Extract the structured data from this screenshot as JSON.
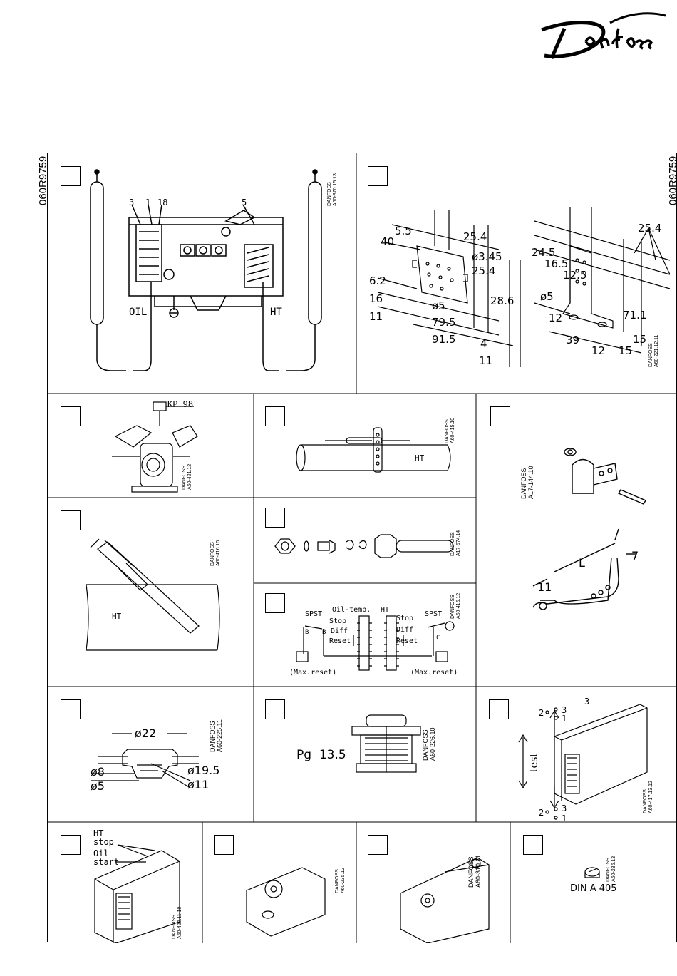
{
  "brand": "Danfoss",
  "doc_code": "060R9759",
  "panels": {
    "p1": {
      "labels": {
        "n3": "3",
        "n1": "1",
        "n18": "18",
        "n5": "5",
        "oil": "OIL",
        "ht": "HT"
      },
      "ref": "DANFOSS\nA60-370.15.13"
    },
    "p2": {
      "dims": {
        "d55": "5.5",
        "d40": "40",
        "d254a": "25.4",
        "d345": "ø3.45",
        "d254b": "25.4",
        "d62": "6.2",
        "d16": "16",
        "d286": "28.6",
        "d5a": "ø5",
        "d11a": "11",
        "d795": "79.5",
        "d915": "91.5",
        "d4": "4",
        "d11b": "11",
        "d254c": "25.4",
        "d245": "24.5",
        "d165": "16.5",
        "d125": "12.5",
        "d5b": "ø5",
        "d711": "71.1",
        "d12a": "12",
        "d39": "39",
        "d12b": "12",
        "d15a": "15",
        "d15b": "15"
      },
      "ref": "DANFOSS\nA60-221.12.11"
    },
    "p3": {
      "label": "KP 98",
      "ref": "DANFOSS\nA60-421.12"
    },
    "p4": {
      "label": "HT",
      "ref": "DANFOSS\nA60-415.10"
    },
    "p5": {
      "ref": "DANFOSS\nA17-144.10",
      "dims": {
        "L": "L",
        "d7": "7",
        "d11": "11"
      }
    },
    "p6": {
      "label": "HT",
      "ref": "DANFOSS\nA60-416.10"
    },
    "p7": {
      "ref": "DANFOSS\nA17-574.14"
    },
    "p8": {
      "spst_left": "SPST",
      "oil_temp": "Oil-temp.",
      "ht": "HT",
      "spst_right": "SPST",
      "stop_l": "Stop",
      "diff_l": "Diff",
      "reset_l": "Reset",
      "stop_r": "Stop",
      "diff_r": "Diff",
      "reset_r": "Reset",
      "b1": "B",
      "b2": "B",
      "c": "C",
      "max_l": "(Max.reset)",
      "max_r": "(Max.reset)",
      "ref": "DANFOSS\nA60-415.12"
    },
    "p9": {
      "d22": "ø22",
      "d8": "ø8",
      "d5": "ø5",
      "d195": "ø19.5",
      "d11": "ø11",
      "ref": "DANFOSS\nA60-225.11"
    },
    "p10": {
      "label": "Pg  13.5",
      "ref": "DANFOSS\nA60-226.10"
    },
    "p11": {
      "n3a": "3",
      "n2a": "2",
      "n1a": "1",
      "n3b": "3",
      "n2b": "2",
      "n3c": "3",
      "n1b": "1",
      "test": "test",
      "ref": "DANFOSS\nA60-417.13.12"
    },
    "p12": {
      "ht_stop": "HT\nstop",
      "oil_start": "Oil\nstart",
      "ref": "DANFOSS\nA60-420.11.10"
    },
    "p13": {
      "ref": "DANFOSS\nA60-235.12"
    },
    "p14": {
      "ref": "DANFOSS\nA60-310.11"
    },
    "p15": {
      "label": "DIN A 405",
      "ref": "DANFOSS\nA60-236.13"
    }
  }
}
